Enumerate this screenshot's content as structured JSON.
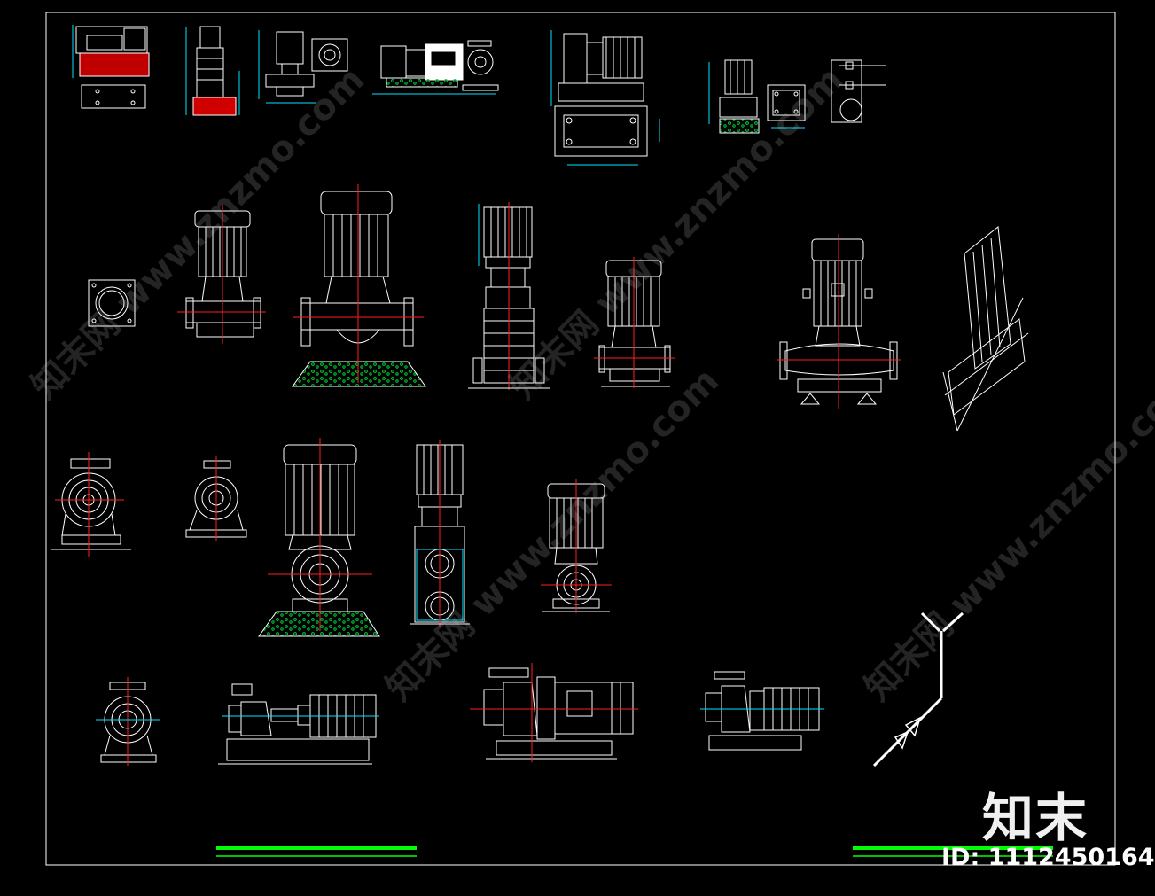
{
  "brand": {
    "logo_text": "知末",
    "id_label": "ID: 1112450164"
  },
  "watermark": "知末网 www.znzmo.com",
  "colors": {
    "background": "#000000",
    "line": "#ffffff",
    "center_line": "#ff2020",
    "dimension": "#00e5ff",
    "ground_fill": "#00cc33",
    "title_bar": "#00ff00",
    "base_red": "#e00000"
  },
  "drawing": {
    "symbols": [
      "pump-end-suction-top-left",
      "pump-vertical-multistage-small",
      "pump-inline-small",
      "pump-monoblock-top",
      "pump-horizontal-baseplate",
      "pump-inline-small-right",
      "valve-detail",
      "flange-plate",
      "pump-inline-vertical",
      "pump-inline-vertical-large",
      "pump-vertical-multistage",
      "pump-inline-vertical-medium",
      "pump-inline-vertical-xl",
      "pump-rotated-detail",
      "volute-end-view",
      "volute-end-view-small",
      "pump-inline-side-view",
      "pump-multistage-side-view",
      "pump-inline-side-view-small",
      "volute-end-view-bottom",
      "pump-long-coupled",
      "pump-close-coupled-large",
      "pump-close-coupled-small",
      "pipe-riser-detail"
    ]
  }
}
